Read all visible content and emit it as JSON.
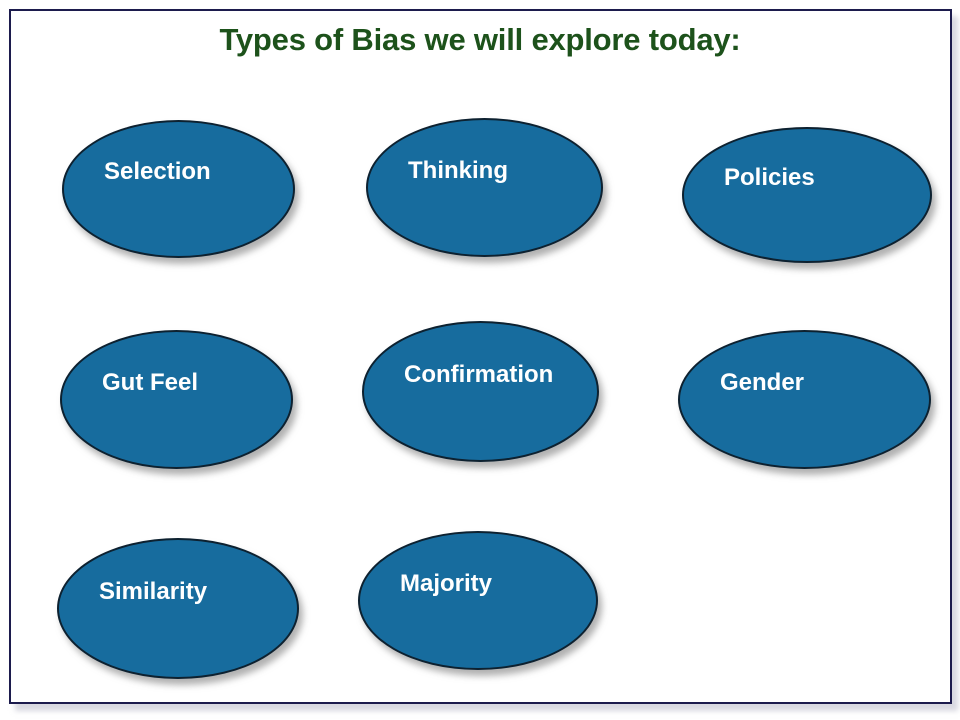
{
  "slide": {
    "title": "Types of Bias we will explore today:"
  },
  "colors": {
    "title_text": "#1d521b",
    "slide_border": "#1c1b4d",
    "bubble_fill": "#176c9e",
    "bubble_border": "#0d2130",
    "bubble_text": "#ffffff",
    "background": "#ffffff"
  },
  "bubbles": [
    {
      "label": "Selection"
    },
    {
      "label": "Thinking"
    },
    {
      "label": "Policies"
    },
    {
      "label": "Gut Feel"
    },
    {
      "label": "Confirmation"
    },
    {
      "label": "Gender"
    },
    {
      "label": "Similarity"
    },
    {
      "label": "Majority"
    }
  ]
}
